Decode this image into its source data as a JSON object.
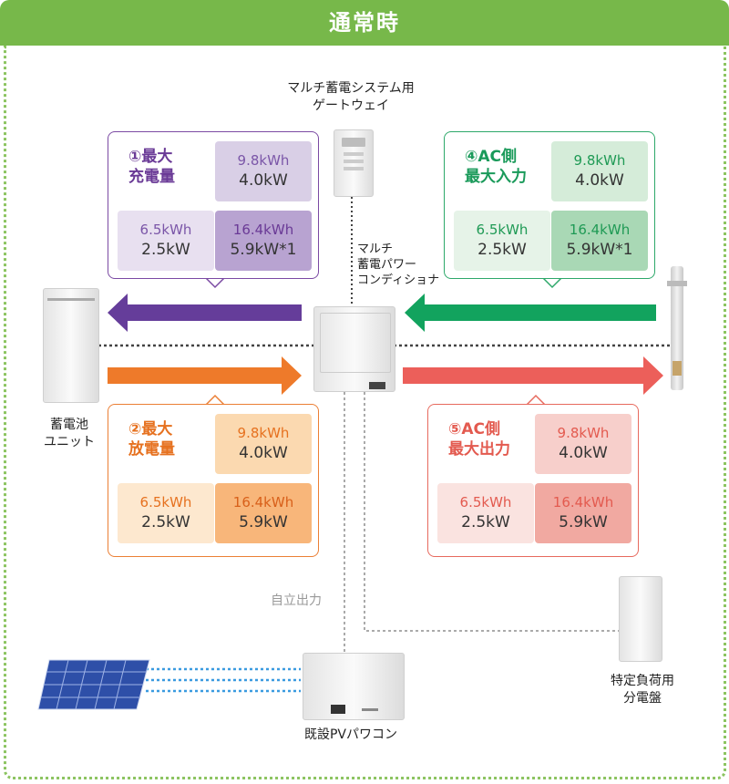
{
  "header": {
    "title": "通常時"
  },
  "labels": {
    "gateway": "マルチ蓄電システム用\nゲートウェイ",
    "conditioner": "マルチ\n蓄電パワー\nコンディショナ",
    "battery": "蓄電池\nユニット",
    "self_output": "自立出力",
    "pv": "既設PVパワコン",
    "panel": "特定負荷用\n分電盤"
  },
  "cards": [
    {
      "id": "max-charge",
      "title": "①最大\n充電量",
      "color": "#6a3a96",
      "border": "#7b4aa3",
      "cells": [
        {
          "kwh": "9.8kWh",
          "kw": "4.0kW",
          "bg": "#d9cfe6",
          "kwhColor": "#7b56a8"
        },
        {
          "kwh": "6.5kWh",
          "kw": "2.5kW",
          "bg": "#e8e0f0",
          "kwhColor": "#7b56a8"
        },
        {
          "kwh": "16.4kWh",
          "kw": "5.9kW*1",
          "bg": "#b8a3d1",
          "kwhColor": "#6a3a96"
        }
      ]
    },
    {
      "id": "ac-max-input",
      "title": "④AC側\n最大入力",
      "color": "#1a9a5a",
      "border": "#2da86a",
      "cells": [
        {
          "kwh": "9.8kWh",
          "kw": "4.0kW",
          "bg": "#d5ecd9",
          "kwhColor": "#1f9a55"
        },
        {
          "kwh": "6.5kWh",
          "kw": "2.5kW",
          "bg": "#e6f3e8",
          "kwhColor": "#1f9a55"
        },
        {
          "kwh": "16.4kWh",
          "kw": "5.9kW*1",
          "bg": "#a9d8b5",
          "kwhColor": "#1f9a55"
        }
      ]
    },
    {
      "id": "max-discharge",
      "title": "②最大\n放電量",
      "color": "#e6711f",
      "border": "#eb7f35",
      "cells": [
        {
          "kwh": "9.8kWh",
          "kw": "4.0kW",
          "bg": "#fbd9b0",
          "kwhColor": "#e6711f"
        },
        {
          "kwh": "6.5kWh",
          "kw": "2.5kW",
          "bg": "#fde8cf",
          "kwhColor": "#e6711f"
        },
        {
          "kwh": "16.4kWh",
          "kw": "5.9kW",
          "bg": "#f8b67a",
          "kwhColor": "#d8601a"
        }
      ]
    },
    {
      "id": "ac-max-output",
      "title": "⑤AC側\n最大出力",
      "color": "#e35a4f",
      "border": "#e76a5e",
      "cells": [
        {
          "kwh": "9.8kWh",
          "kw": "4.0kW",
          "bg": "#f7cfcb",
          "kwhColor": "#e35a4f"
        },
        {
          "kwh": "6.5kWh",
          "kw": "2.5kW",
          "bg": "#fae3e0",
          "kwhColor": "#e35a4f"
        },
        {
          "kwh": "16.4kWh",
          "kw": "5.9kW",
          "bg": "#f1a9a1",
          "kwhColor": "#e35a4f"
        }
      ]
    }
  ],
  "colors": {
    "purple": "#653d9a",
    "green": "#12a35e",
    "orange": "#ee7a2a",
    "red": "#ec5f5a"
  }
}
